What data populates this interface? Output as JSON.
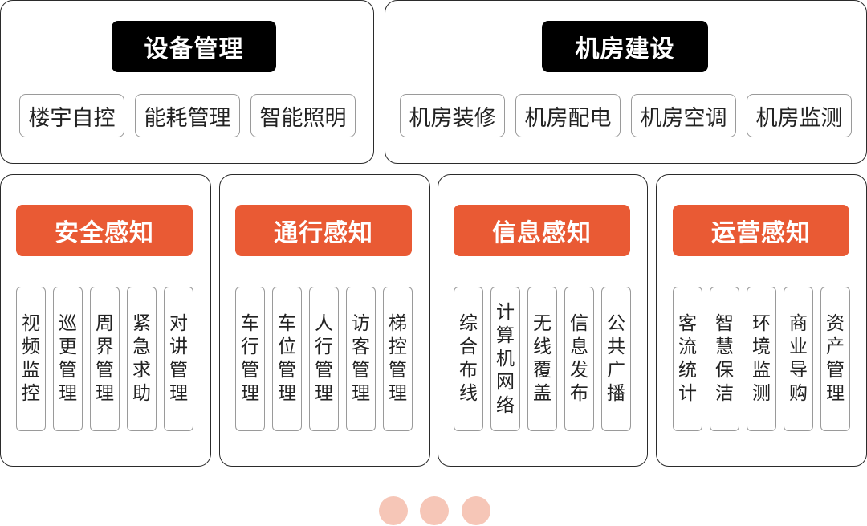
{
  "top": [
    {
      "title": "设备管理",
      "items": [
        "楼宇自控",
        "能耗管理",
        "智能照明"
      ]
    },
    {
      "title": "机房建设",
      "items": [
        "机房装修",
        "机房配电",
        "机房空调",
        "机房监测"
      ]
    }
  ],
  "sensing": [
    {
      "title": "安全感知",
      "items": [
        "视频监控",
        "巡更管理",
        "周界管理",
        "紧急求助",
        "对讲管理"
      ]
    },
    {
      "title": "通行感知",
      "items": [
        "车行管理",
        "车位管理",
        "人行管理",
        "访客管理",
        "梯控管理"
      ]
    },
    {
      "title": "信息感知",
      "items": [
        "综合布线",
        "计算机网络",
        "无线覆盖",
        "信息发布",
        "公共广播"
      ]
    },
    {
      "title": "运营感知",
      "items": [
        "客流统计",
        "智慧保洁",
        "环境监测",
        "商业导购",
        "资产管理"
      ]
    }
  ],
  "colors": {
    "black_title": "#000000",
    "orange_title": "#e95a34",
    "dot": "#f6c6b7"
  },
  "pagination": {
    "count": 3
  }
}
